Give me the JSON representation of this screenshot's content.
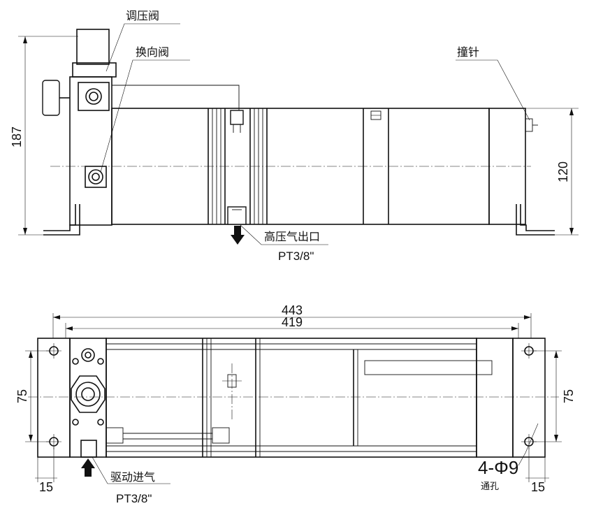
{
  "labels": {
    "pressure_valve": "调压阀",
    "reversing_valve": "换向阀",
    "striker": "撞针",
    "hp_outlet": "高压气出口",
    "hp_outlet_thread": "PT3/8\"",
    "drive_inlet": "驱动进气",
    "drive_inlet_thread": "PT3/8\"",
    "holes_spec": "4-Φ9",
    "holes_type": "通孔"
  },
  "dimensions": {
    "front_height": "187",
    "body_height": "120",
    "overall_length": "443",
    "body_length": "419",
    "mount_spacing_left": "75",
    "mount_spacing_right": "75",
    "edge_offset_left": "15",
    "edge_offset_right": "15"
  }
}
